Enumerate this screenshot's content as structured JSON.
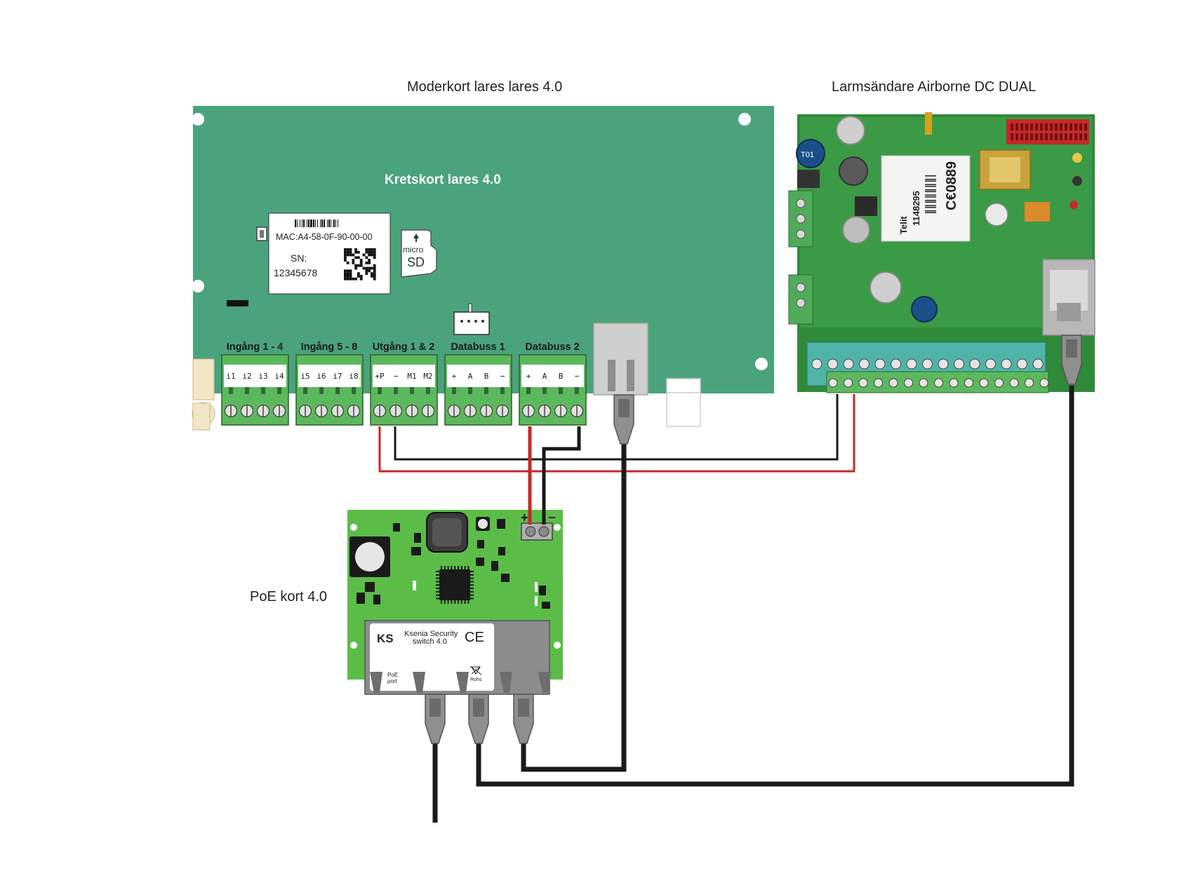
{
  "labels": {
    "motherboard_caption": "Moderkort lares lares 4.0",
    "transmitter_caption": "Larmsändare Airborne DC DUAL",
    "poe_caption": "PoE kort 4.0",
    "board_title": "Kretskort lares 4.0"
  },
  "sticker": {
    "mac": "MAC:A4-58-0F-90-00-00",
    "sn_label": "SN:",
    "sn_value": "12345678"
  },
  "sd_card": {
    "line1": "micro",
    "line2": "SD"
  },
  "terminal_blocks": [
    {
      "title": "Ingång 1 - 4",
      "pins": [
        "i1",
        "i2",
        "i3",
        "i4"
      ]
    },
    {
      "title": "Ingång 5 - 8",
      "pins": [
        "i5",
        "i6",
        "i7",
        "i8"
      ]
    },
    {
      "title": "Utgång 1 & 2",
      "pins": [
        "+P",
        "−",
        "M1",
        "M2"
      ]
    },
    {
      "title": "Databuss 1",
      "pins": [
        "+",
        "A",
        "B",
        "−"
      ]
    },
    {
      "title": "Databuss 2",
      "pins": [
        "+",
        "A",
        "B",
        "−"
      ]
    }
  ],
  "poe_board": {
    "brand_logo": "KS",
    "brand_line1": "Ksenia Security",
    "brand_line2": "switch 4.0",
    "ce_mark": "CE",
    "port_line1": "PoE",
    "port_line2": "port",
    "rohs": "Rohs",
    "term_plus": "+",
    "term_minus": "−"
  },
  "modem": {
    "maker": "Telit",
    "number": "1148295",
    "ce_code": "C€0889"
  },
  "colors": {
    "motherboard": "#4aa37c",
    "poe_board": "#5bbd48",
    "terminal_green": "#5cb85c",
    "wire_red": "#c62828",
    "wire_black": "#1a1a1a",
    "transmitter_pcb": "#2f8a3a"
  }
}
